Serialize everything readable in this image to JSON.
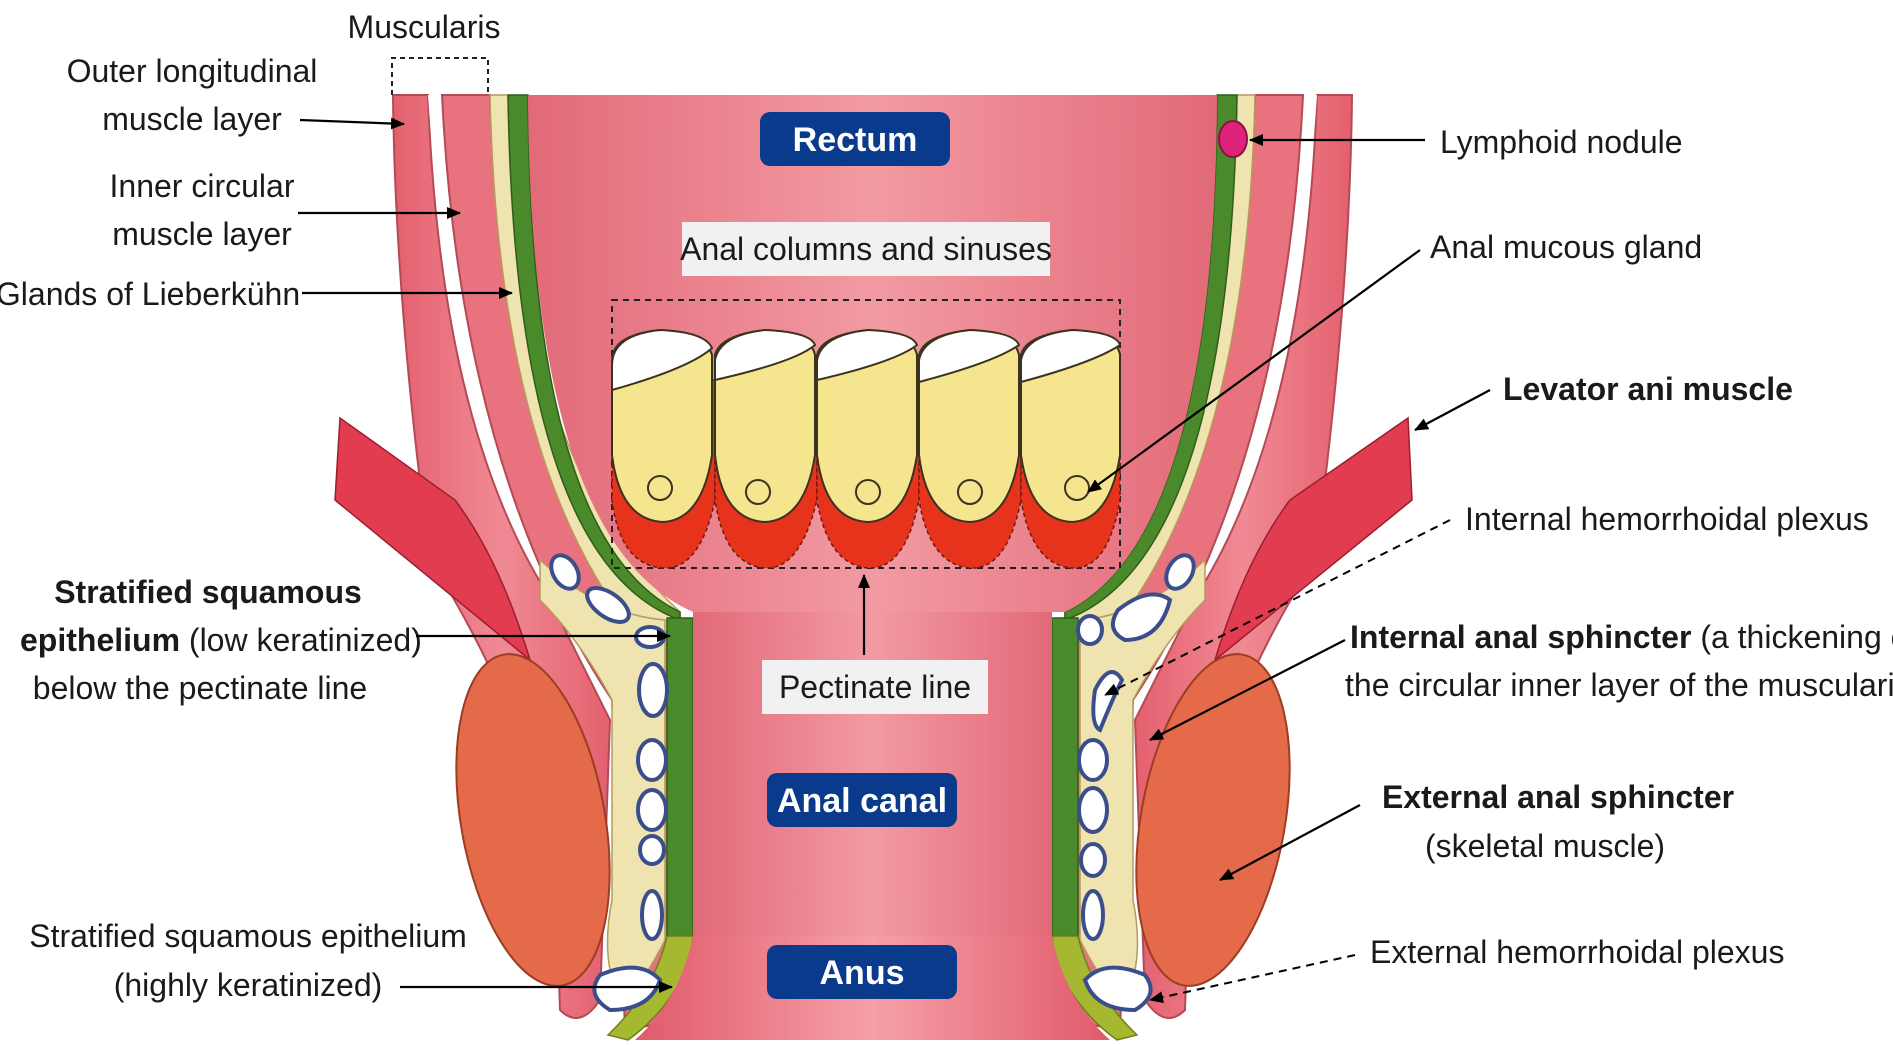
{
  "regions": {
    "rectum": "Rectum",
    "anal_columns_and_sinuses": "Anal columns and sinuses",
    "pectinate_line": "Pectinate line",
    "anal_canal": "Anal canal",
    "anus": "Anus"
  },
  "labels": {
    "muscularis": "Muscularis",
    "outer_longitudinal_1": "Outer longitudinal",
    "outer_longitudinal_2": "muscle layer",
    "inner_circular_1": "Inner circular",
    "inner_circular_2": "muscle layer",
    "glands_of_lieberkuhn": "Glands of Lieberkühn",
    "stratified_low_bold_1": "Stratified squamous",
    "stratified_low_bold_2": "epithelium",
    "stratified_low_rest_2": " (low keratinized)",
    "stratified_low_3": "below the pectinate line",
    "stratified_high_1": "Stratified squamous epithelium",
    "stratified_high_2": "(highly keratinized)",
    "lymphoid_nodule": "Lymphoid nodule",
    "anal_mucous_gland": "Anal mucous gland",
    "levator_ani_muscle": "Levator ani muscle",
    "internal_hemorrhoidal_plexus": "Internal hemorrhoidal plexus",
    "internal_anal_sphincter_bold": "Internal anal sphincter",
    "internal_anal_sphincter_rest_1": " (a thickening of",
    "internal_anal_sphincter_2": "the circular inner layer of the muscularis)",
    "external_anal_sphincter_1": "External anal sphincter",
    "external_anal_sphincter_2": "(skeletal muscle)",
    "external_hemorrhoidal_plexus": "External hemorrhoidal plexus"
  },
  "colors": {
    "pill_blue": "#0a3a8c",
    "lumen_pink": "#e9848c",
    "muscle_pink": "#e8737e",
    "mucosa_green": "#4a8a2a",
    "anus_epithelium_green": "#a6b830",
    "submucosa_cream": "#efe3b0",
    "column_yellow": "#f6e58f",
    "sinus_red": "#e8331c",
    "external_sphincter_orange": "#e46a4a",
    "levator_red": "#e23c50",
    "lymphoid_magenta": "#e0237a",
    "vein_blue": "#3a4e8c"
  }
}
